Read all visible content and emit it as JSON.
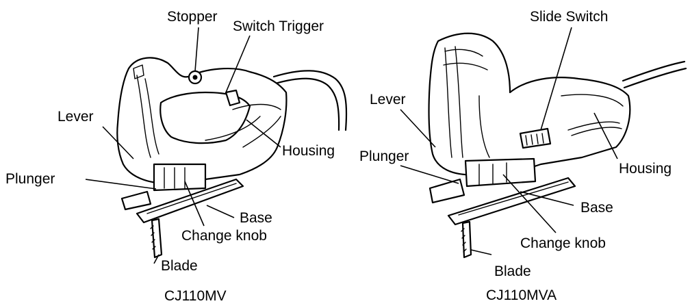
{
  "left_tool": {
    "model": "CJ110MV",
    "labels": {
      "stopper": "Stopper",
      "switch_trigger": "Switch Trigger",
      "lever": "Lever",
      "housing": "Housing",
      "plunger": "Plunger",
      "base": "Base",
      "change_knob": "Change knob",
      "blade": "Blade"
    }
  },
  "right_tool": {
    "model": "CJ110MVA",
    "labels": {
      "slide_switch": "Slide Switch",
      "lever": "Lever",
      "plunger": "Plunger",
      "housing": "Housing",
      "base": "Base",
      "change_knob": "Change knob",
      "blade": "Blade"
    }
  }
}
